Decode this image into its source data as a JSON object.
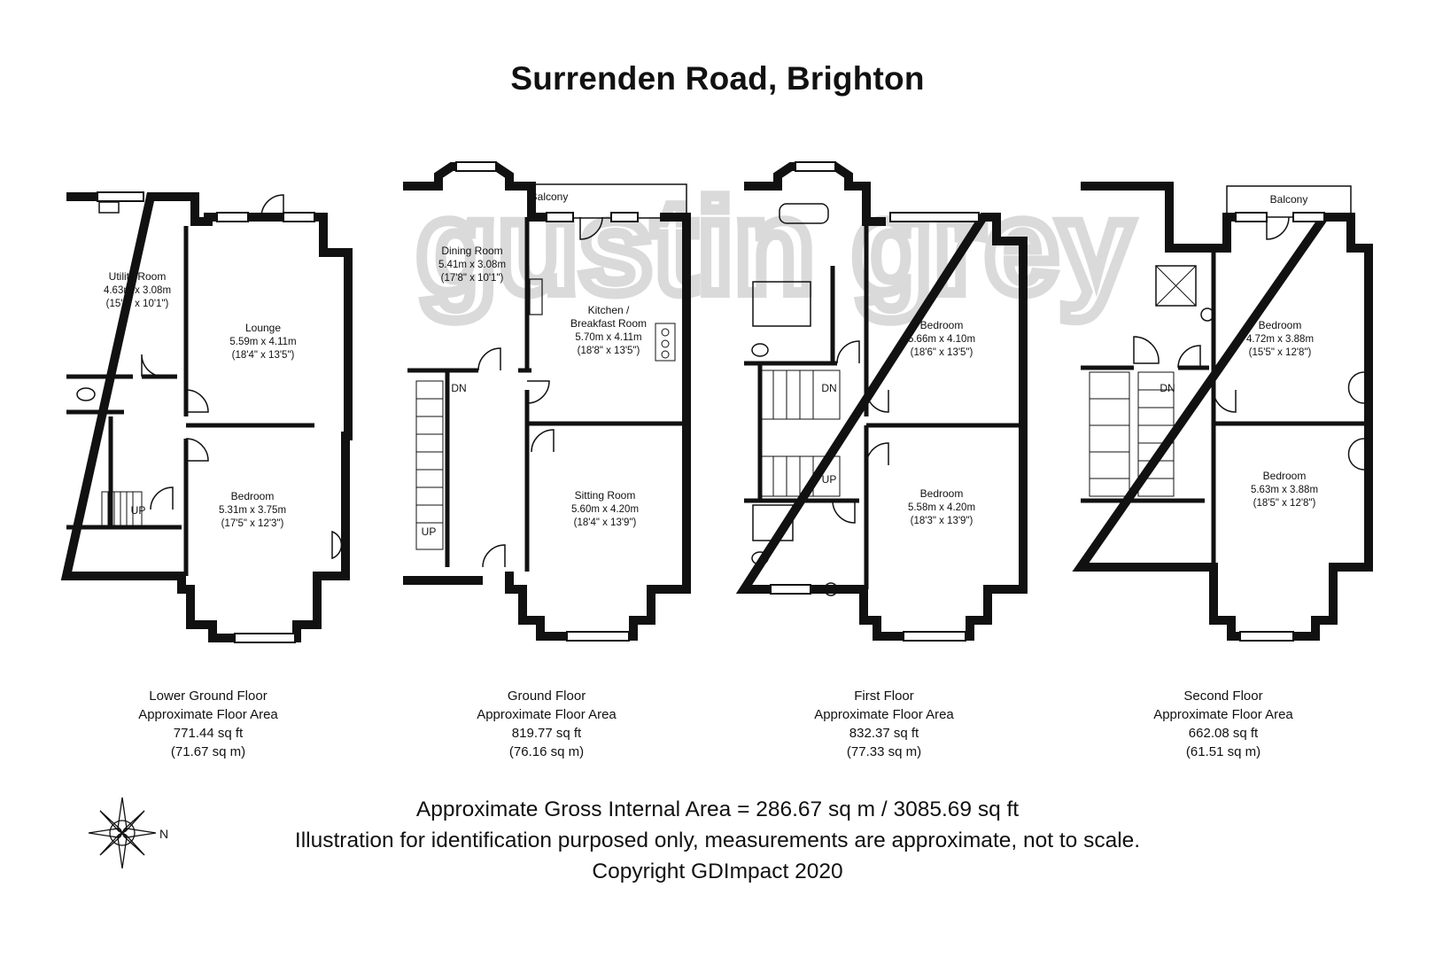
{
  "title": "Surrenden Road, Brighton",
  "watermark": "gustin grey",
  "floors": [
    {
      "name": "Lower Ground Floor",
      "area_label": "Approximate Floor Area",
      "sq_ft": "771.44 sq ft",
      "sq_m": "(71.67 sq m)",
      "rooms": [
        {
          "name": "Utility Room",
          "metric": "4.63m x 3.08m",
          "imperial": "(15'2\" x 10'1\")"
        },
        {
          "name": "Lounge",
          "metric": "5.59m x 4.11m",
          "imperial": "(18'4\" x 13'5\")"
        },
        {
          "name": "Bedroom",
          "metric": "5.31m x 3.75m",
          "imperial": "(17'5\" x 12'3\")"
        }
      ],
      "tags": [
        "UP"
      ]
    },
    {
      "name": "Ground Floor",
      "area_label": "Approximate Floor Area",
      "sq_ft": "819.77 sq ft",
      "sq_m": "(76.16 sq m)",
      "rooms": [
        {
          "name": "Dining Room",
          "metric": "5.41m x 3.08m",
          "imperial": "(17'8\" x 10'1\")"
        },
        {
          "name": "Kitchen /",
          "name2": "Breakfast Room",
          "metric": "5.70m x 4.11m",
          "imperial": "(18'8\" x 13'5\")"
        },
        {
          "name": "Sitting Room",
          "metric": "5.60m x 4.20m",
          "imperial": "(18'4\" x 13'9\")"
        }
      ],
      "tags": [
        "DN",
        "UP",
        "Balcony"
      ]
    },
    {
      "name": "First Floor",
      "area_label": "Approximate Floor Area",
      "sq_ft": "832.37 sq ft",
      "sq_m": "(77.33 sq m)",
      "rooms": [
        {
          "name": "Bedroom",
          "metric": "5.66m x 4.10m",
          "imperial": "(18'6\" x 13'5\")"
        },
        {
          "name": "Bedroom",
          "metric": "5.58m x 4.20m",
          "imperial": "(18'3\" x 13'9\")"
        }
      ],
      "tags": [
        "DN",
        "UP"
      ]
    },
    {
      "name": "Second Floor",
      "area_label": "Approximate Floor Area",
      "sq_ft": "662.08 sq ft",
      "sq_m": "(61.51 sq m)",
      "rooms": [
        {
          "name": "Bedroom",
          "metric": "4.72m x 3.88m",
          "imperial": "(15'5\" x 12'8\")"
        },
        {
          "name": "Bedroom",
          "metric": "5.63m x 3.88m",
          "imperial": "(18'5\" x 12'8\")"
        }
      ],
      "tags": [
        "DN",
        "Balcony"
      ]
    }
  ],
  "footer": {
    "gross_area": "Approximate Gross Internal Area = 286.67 sq m / 3085.69 sq ft",
    "disclaimer": "Illustration for identification purposed only, measurements are approximate, not to scale.",
    "copyright": "Copyright GDImpact 2020"
  },
  "compass": {
    "icon": "compass-rose-icon",
    "label": "N"
  },
  "colors": {
    "wall": "#111111",
    "watermark": "#d6d6d6",
    "text": "#111111"
  }
}
